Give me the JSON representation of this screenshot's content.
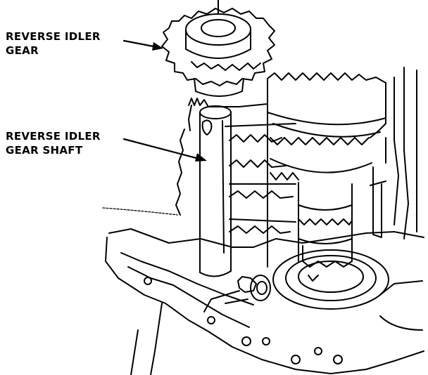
{
  "callouts": {
    "reverse_idler_gear": {
      "line1": "REVERSE IDLER",
      "line2": "GEAR"
    },
    "reverse_idler_gear_shaft": {
      "line1": "REVERSE IDLER",
      "line2": "GEAR SHAFT"
    }
  },
  "colors": {
    "ink": "#000000",
    "paper": "#ffffff"
  }
}
